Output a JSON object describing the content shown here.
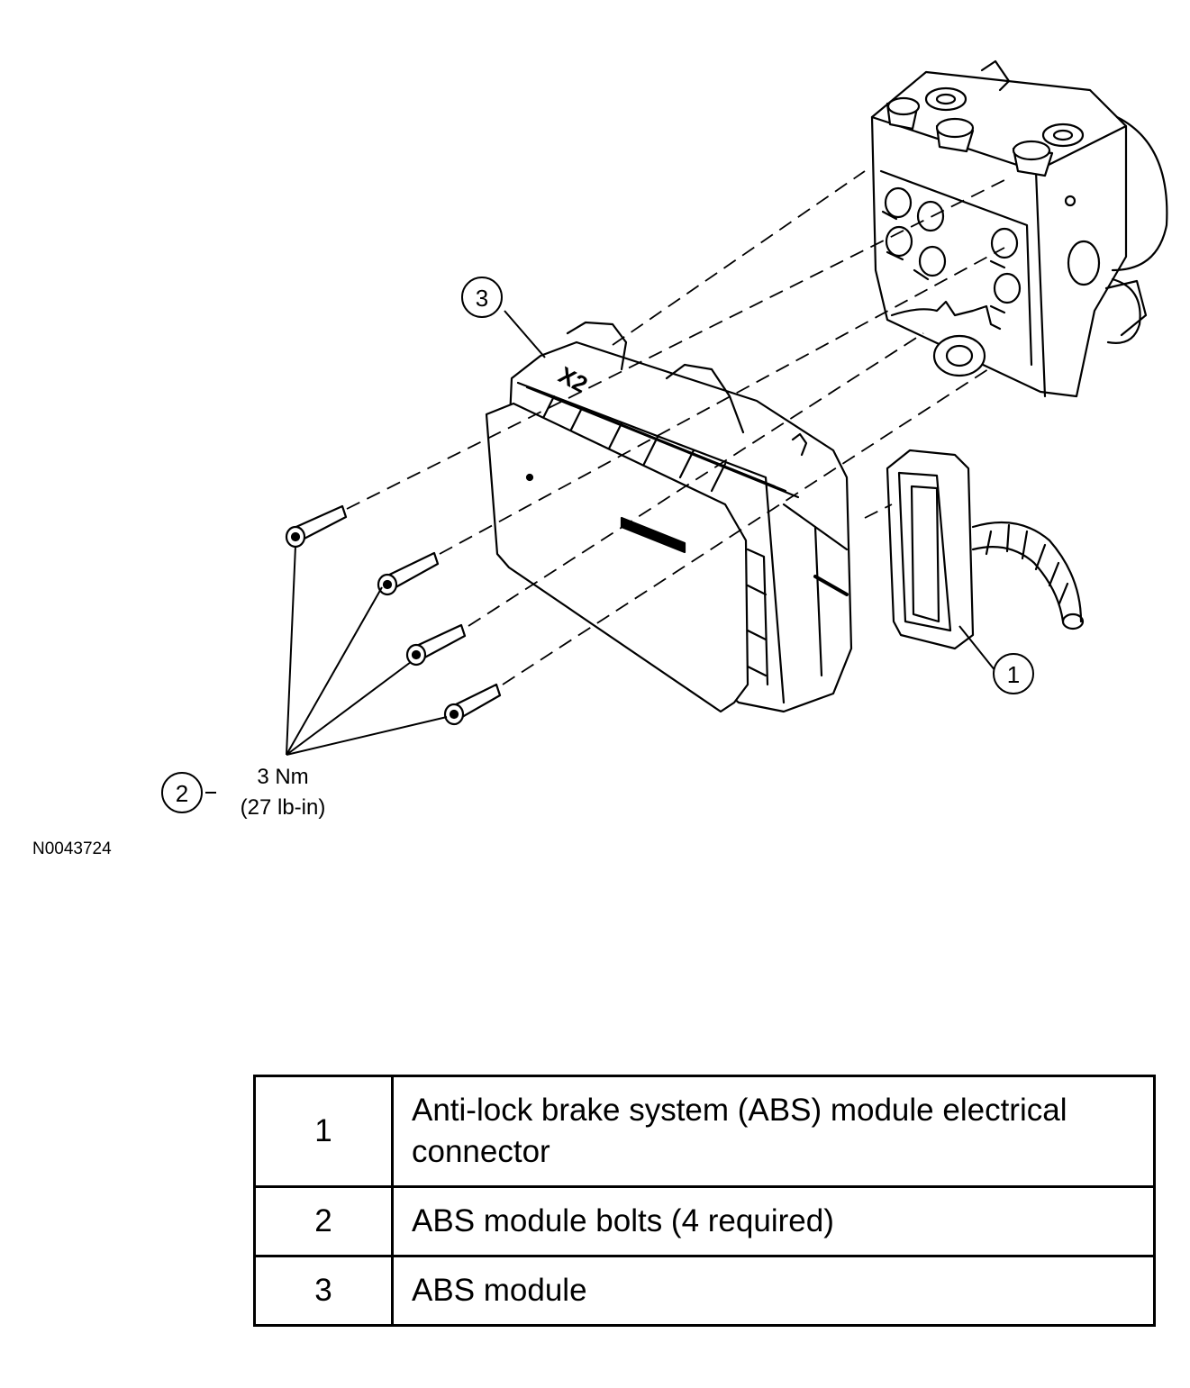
{
  "diagram": {
    "callouts": [
      {
        "id": "callout-1",
        "number": "1"
      },
      {
        "id": "callout-2",
        "number": "2"
      },
      {
        "id": "callout-3",
        "number": "3"
      }
    ],
    "torque": {
      "metric": "3 Nm",
      "imperial": "(27 lb-in)"
    },
    "module_marking": "X2",
    "figure_id": "N0043724"
  },
  "legend": {
    "rows": [
      {
        "number": "1",
        "description": "Anti-lock brake system (ABS) module electrical connector"
      },
      {
        "number": "2",
        "description": "ABS module bolts (4 required)"
      },
      {
        "number": "3",
        "description": "ABS module"
      }
    ]
  }
}
